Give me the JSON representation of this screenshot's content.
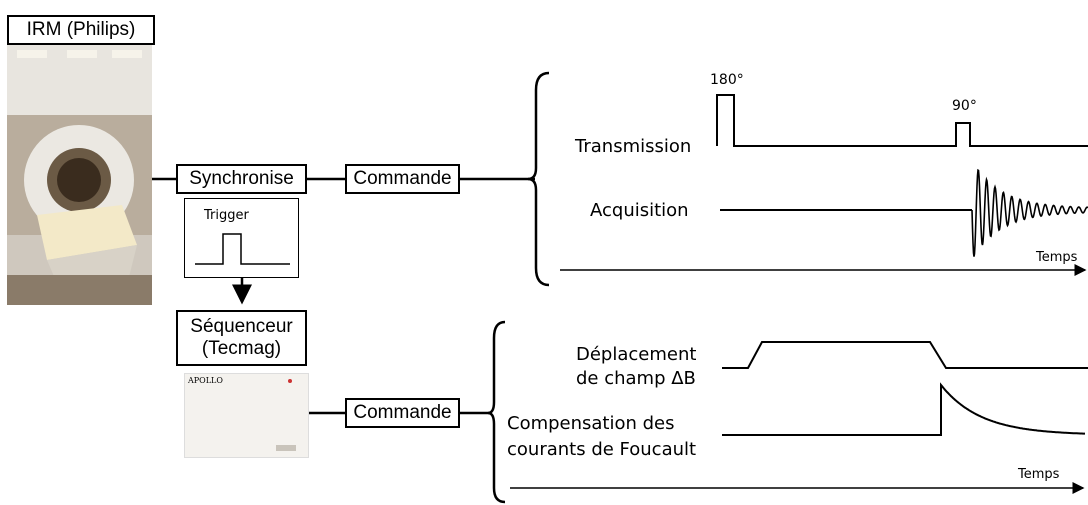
{
  "title_box": "IRM (Philips)",
  "sync_box": "Synchronise",
  "trigger_label": "Trigger",
  "command_top": "Commande",
  "sequencer_box": [
    "Séquenceur",
    "(Tecmag)"
  ],
  "apollo_label": "APOLLO",
  "command_bottom": "Commande",
  "top_panel": {
    "pulse_180": "180°",
    "pulse_90": "90°",
    "transmission": "Transmission",
    "acquisition": "Acquisition",
    "time_axis": "Temps"
  },
  "bottom_panel": {
    "shift_line1": "Déplacement",
    "shift_line2": "de champ ΔB",
    "comp_line1": "Compensation des",
    "comp_line2": "courants de Foucault",
    "time_axis": "Temps"
  },
  "colors": {
    "line": "#000000",
    "photo_bg": "#d9d4cc",
    "apollo_bg": "#f4f2ee"
  }
}
